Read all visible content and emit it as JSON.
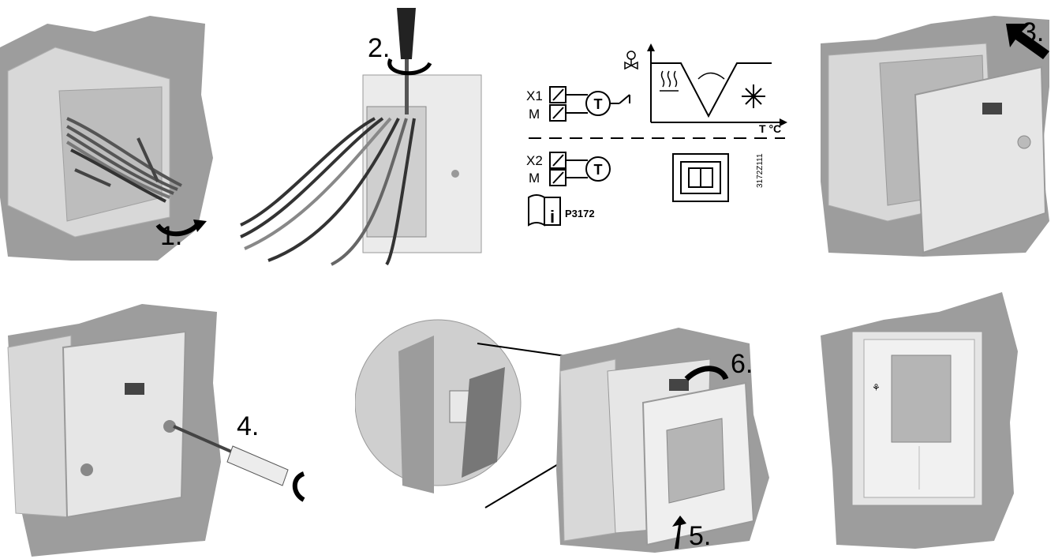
{
  "steps": {
    "s1": "1.",
    "s2": "2.",
    "s3": "3.",
    "s4": "4.",
    "s5": "5.",
    "s6": "6."
  },
  "wiring": {
    "x1": "X1",
    "m1": "M",
    "x2": "X2",
    "m2": "M",
    "sensor1": "T",
    "sensor2": "T",
    "axis": "T °C",
    "manual_ref": "P3172",
    "doc_code": "3172Z111"
  },
  "colors": {
    "wall": "#9d9d9d",
    "box": "#d9d9d9",
    "plate": "#e6e6e6"
  }
}
